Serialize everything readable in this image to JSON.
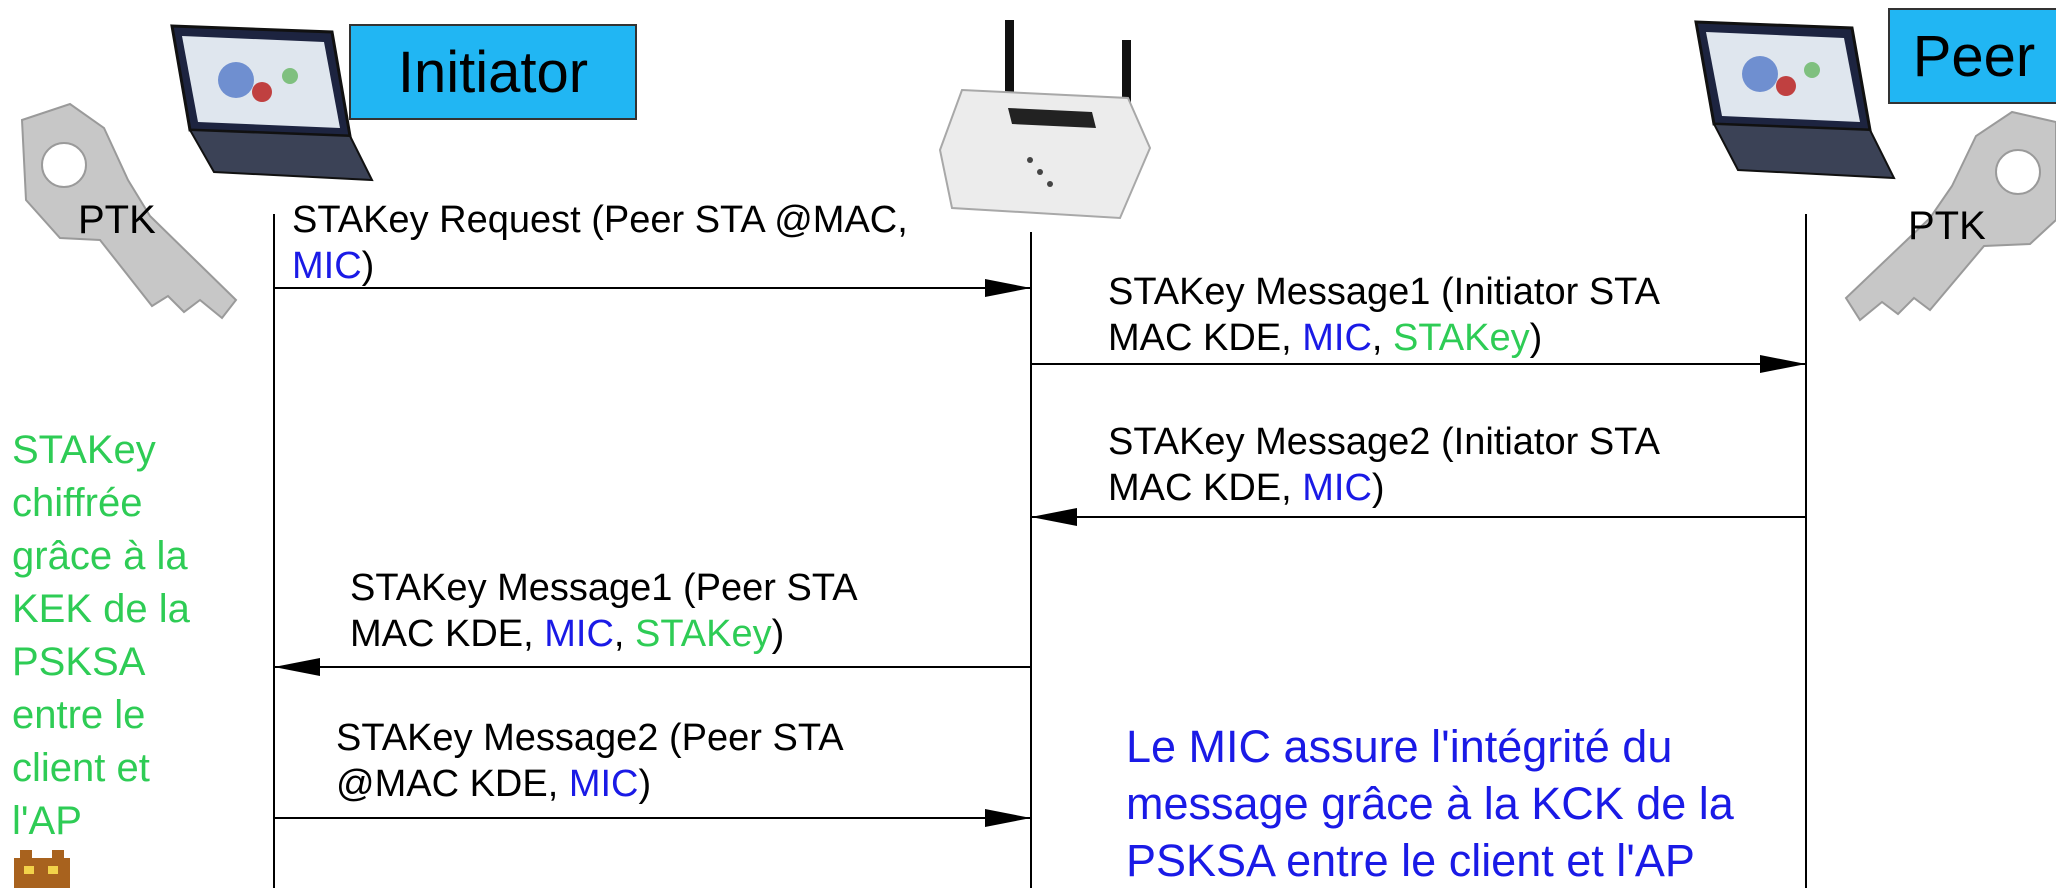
{
  "actors": {
    "initiator": "Initiator",
    "peer": "Peer"
  },
  "keys": {
    "left": "PTK",
    "right": "PTK"
  },
  "messages": {
    "m1": {
      "line1": "STAKey Request (Peer STA @MAC,",
      "mic": "MIC",
      "end": ")"
    },
    "m2": {
      "line1": "STAKey Message1 (Initiator STA",
      "pre": "MAC KDE, ",
      "mic": "MIC",
      "sep": ", ",
      "stakey": "STAKey",
      "end": ")"
    },
    "m3": {
      "line1": "STAKey Message2 (Initiator STA",
      "pre": "MAC KDE, ",
      "mic": "MIC",
      "end": ")"
    },
    "m4": {
      "line1": "STAKey Message1 (Peer STA",
      "pre": "MAC KDE, ",
      "mic": "MIC",
      "sep": ", ",
      "stakey": "STAKey",
      "end": ")"
    },
    "m5": {
      "line1": "STAKey Message2 (Peer STA",
      "pre": "@MAC KDE, ",
      "mic": "MIC",
      "end": ")"
    }
  },
  "notes": {
    "stakey_lines": [
      "STAKey",
      "chiffrée",
      "grâce à la",
      "KEK de la",
      "PSKSA",
      "entre le",
      "client et",
      "l'AP"
    ],
    "mic_lines": [
      "Le MIC assure l'intégrité du",
      "message grâce à la KCK de la",
      "PSKSA entre le client et l'AP"
    ]
  },
  "colors": {
    "mic": "#1a1ae6",
    "stakey": "#2ecc55",
    "label_box": "#21b6f3"
  }
}
